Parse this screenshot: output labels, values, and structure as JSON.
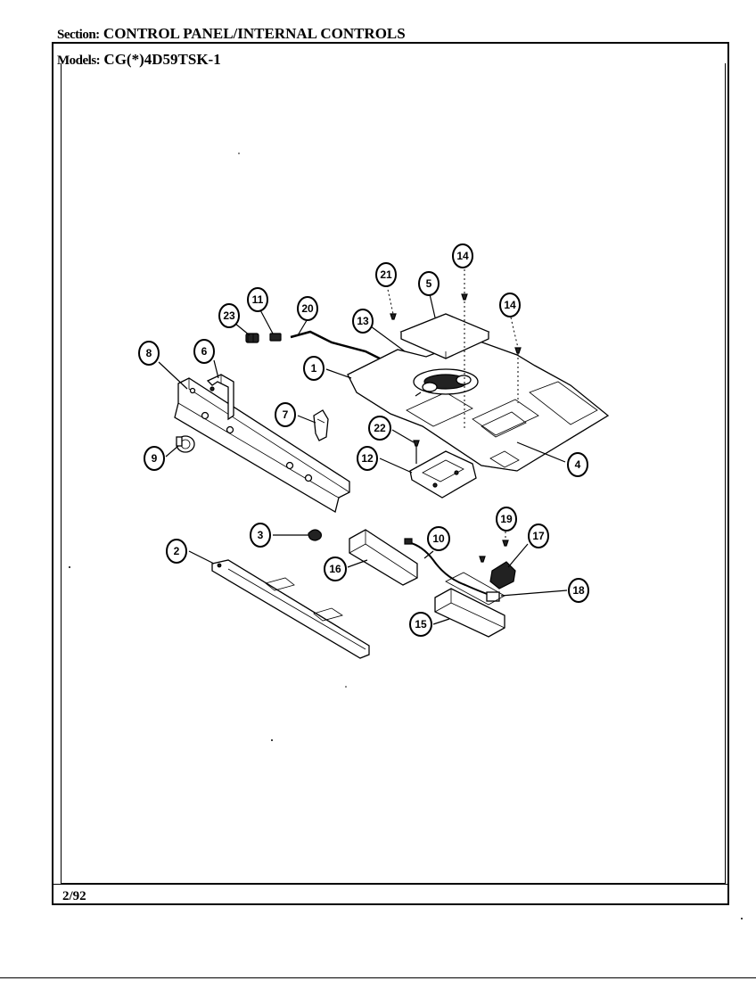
{
  "header": {
    "section_label": "Section:",
    "section_value": "CONTROL PANEL/INTERNAL CONTROLS",
    "models_label": "Models:",
    "models_value": "CG(*)4D59TSK-1"
  },
  "footer": {
    "date_code": "2/92"
  },
  "callouts": [
    {
      "id": "c-23",
      "label": "23"
    },
    {
      "id": "c-11",
      "label": "11"
    },
    {
      "id": "c-20",
      "label": "20"
    },
    {
      "id": "c-21",
      "label": "21"
    },
    {
      "id": "c-5",
      "label": "5"
    },
    {
      "id": "c-14a",
      "label": "14"
    },
    {
      "id": "c-14b",
      "label": "14"
    },
    {
      "id": "c-13",
      "label": "13"
    },
    {
      "id": "c-8",
      "label": "8"
    },
    {
      "id": "c-6",
      "label": "6"
    },
    {
      "id": "c-1",
      "label": "1"
    },
    {
      "id": "c-7",
      "label": "7"
    },
    {
      "id": "c-9",
      "label": "9"
    },
    {
      "id": "c-22",
      "label": "22"
    },
    {
      "id": "c-12",
      "label": "12"
    },
    {
      "id": "c-4",
      "label": "4"
    },
    {
      "id": "c-3",
      "label": "3"
    },
    {
      "id": "c-2",
      "label": "2"
    },
    {
      "id": "c-16",
      "label": "16"
    },
    {
      "id": "c-10",
      "label": "10"
    },
    {
      "id": "c-19",
      "label": "19"
    },
    {
      "id": "c-17",
      "label": "17"
    },
    {
      "id": "c-18",
      "label": "18"
    },
    {
      "id": "c-15",
      "label": "15"
    }
  ]
}
